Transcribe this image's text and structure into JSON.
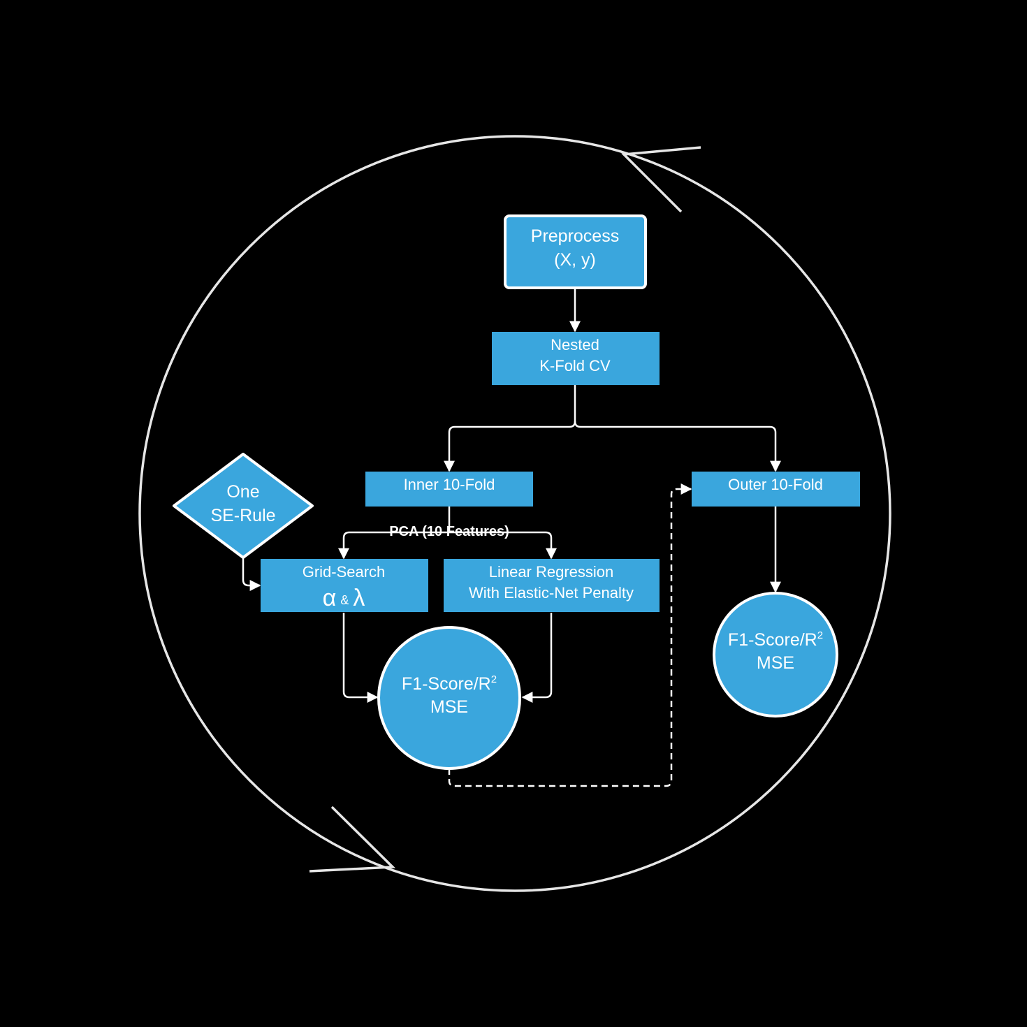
{
  "colors": {
    "node_fill": "#3aa6dd",
    "node_stroke": "#ffffff",
    "edge": "#ffffff",
    "cycle": "#e6e6e6",
    "background": "#000000"
  },
  "nodes": {
    "preprocess": {
      "line1": "Preprocess",
      "line2": "(X, y)"
    },
    "nested_cv": {
      "line1": "Nested",
      "line2": "K-Fold CV"
    },
    "inner_fold": {
      "label": "Inner 10-Fold"
    },
    "outer_fold": {
      "label": "Outer 10-Fold"
    },
    "one_se_rule": {
      "line1": "One",
      "line2": "SE-Rule"
    },
    "grid_search": {
      "line1": "Grid-Search",
      "alpha": "α",
      "amp": "&",
      "lambda": "λ"
    },
    "linear_regression": {
      "line1": "Linear Regression",
      "line2": "With Elastic-Net Penalty"
    },
    "inner_metrics": {
      "line1": "F1-Score/R",
      "sup": "2",
      "line2": "MSE"
    },
    "outer_metrics": {
      "line1": "F1-Score/R",
      "sup": "2",
      "line2": "MSE"
    }
  },
  "edges": {
    "pca_label": "PCA (10 Features)"
  }
}
